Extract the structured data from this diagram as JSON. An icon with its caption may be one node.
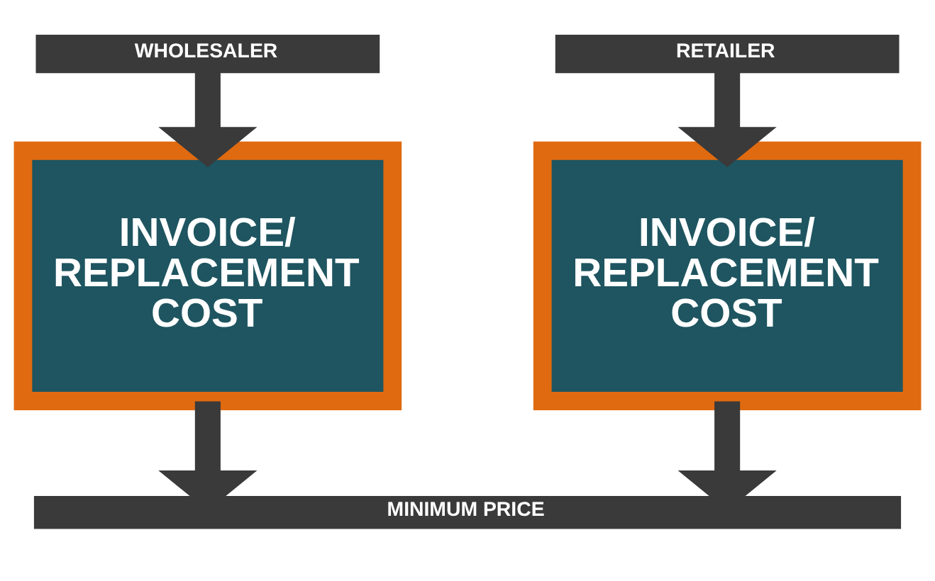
{
  "diagram": {
    "nodes": [
      {
        "text": [
          "WHOLESALER"
        ]
      },
      {
        "text": [
          "RETAILER"
        ]
      },
      {
        "text": [
          "INVOICE/ REPLACEMENT COST"
        ]
      },
      {
        "text": [
          "INVOICE/ REPLACEMENT COST"
        ]
      },
      {
        "text": [
          "MINIMUM PRICE"
        ]
      }
    ],
    "edges": [
      {
        "from": 0,
        "to": 2,
        "arrow": "to"
      },
      {
        "from": 1,
        "to": 3,
        "arrow": "to"
      },
      {
        "from": 2,
        "to": 4,
        "arrow": "to"
      },
      {
        "from": 3,
        "to": 4,
        "arrow": "to"
      }
    ]
  }
}
